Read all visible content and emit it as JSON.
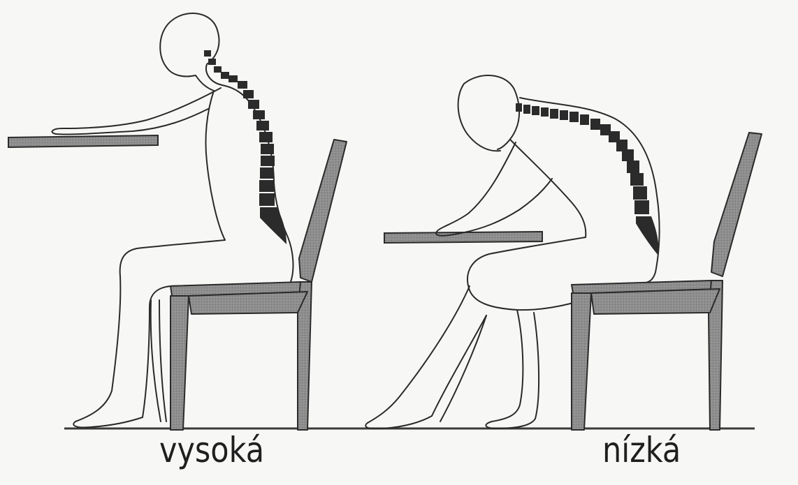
{
  "captions": {
    "high": "vysoká",
    "low": "nízká"
  },
  "colors": {
    "background": "#f7f7f5",
    "outline": "#2a2a2a",
    "furniture_fill": "#8f8f8f",
    "spine": "#2b2b2b",
    "text": "#1f1f1f"
  },
  "icons": {
    "left_figure": "person-sitting-upright",
    "right_figure": "person-sitting-hunched"
  }
}
